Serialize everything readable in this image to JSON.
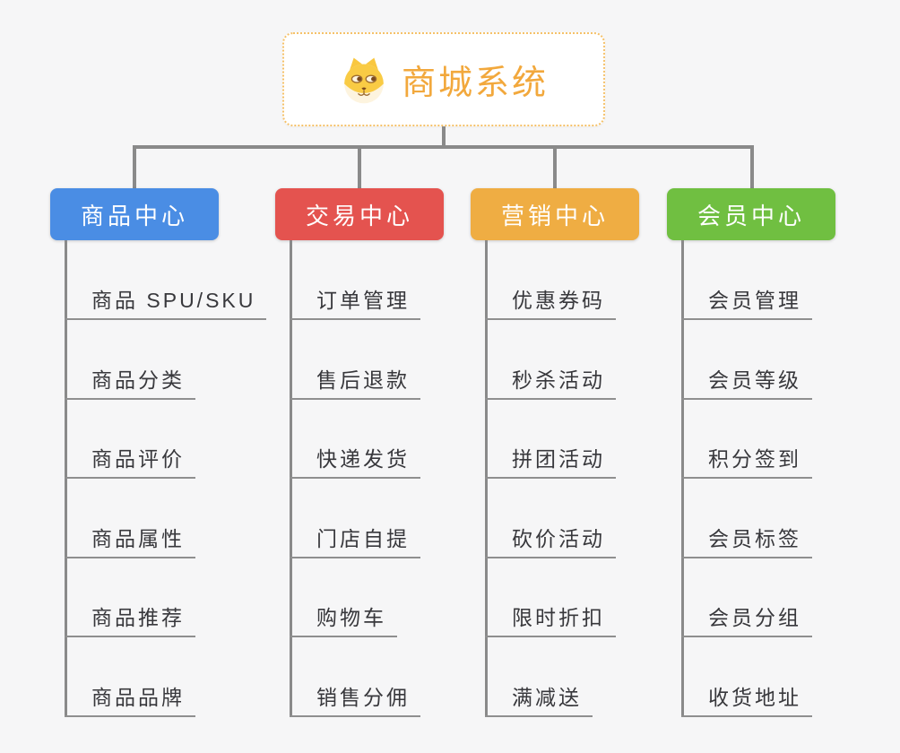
{
  "page": {
    "background_color": "#f6f6f7",
    "connector_color": "#8a8a8a"
  },
  "root": {
    "label": "商城系统",
    "icon": "dog-face-icon",
    "text_color": "#f2a83c",
    "border_color": "#f5c169"
  },
  "branches": [
    {
      "label": "商品中心",
      "color": "#4a8de4",
      "items": [
        "商品 SPU/SKU",
        "商品分类",
        "商品评价",
        "商品属性",
        "商品推荐",
        "商品品牌"
      ]
    },
    {
      "label": "交易中心",
      "color": "#e4534f",
      "items": [
        "订单管理",
        "售后退款",
        "快递发货",
        "门店自提",
        "购物车",
        "销售分佣"
      ]
    },
    {
      "label": "营销中心",
      "color": "#efad43",
      "items": [
        "优惠券码",
        "秒杀活动",
        "拼团活动",
        "砍价活动",
        "限时折扣",
        "满减送"
      ]
    },
    {
      "label": "会员中心",
      "color": "#70bf41",
      "items": [
        "会员管理",
        "会员等级",
        "积分签到",
        "会员标签",
        "会员分组",
        "收货地址"
      ]
    }
  ]
}
